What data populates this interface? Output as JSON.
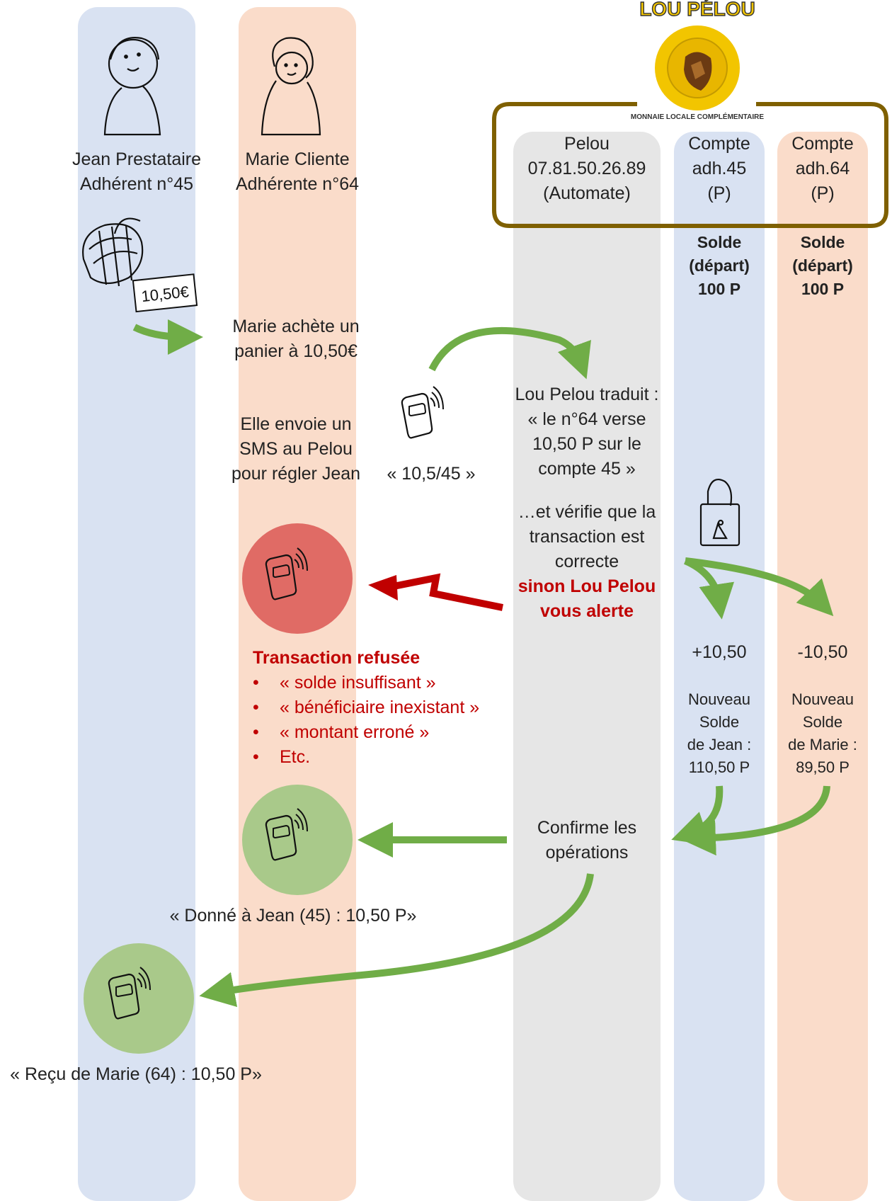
{
  "logo": {
    "text": "LOU PÉLOU",
    "subtitle": "MONNAIE LOCALE COMPLÉMENTAIRE"
  },
  "colors": {
    "blue": "#d9e2f2",
    "peach": "#fadcca",
    "grey": "#e6e6e6",
    "green": "#70ad47",
    "red": "#c00000",
    "frame": "#7f6000"
  },
  "actors": {
    "jean": {
      "line1": "Jean Prestataire",
      "line2": "Adhérent n°45"
    },
    "marie": {
      "line1": "Marie Cliente",
      "line2": "Adhérente n°64"
    }
  },
  "columns": {
    "pelou": {
      "line1": "Pelou",
      "line2": "07.81.50.26.89",
      "line3": "(Automate)"
    },
    "compte45": {
      "line1": "Compte",
      "line2": "adh.45",
      "line3": "(P)"
    },
    "compte64": {
      "line1": "Compte",
      "line2": "adh.64",
      "line3": "(P)"
    }
  },
  "balances_start": {
    "jean": {
      "line1": "Solde",
      "line2": "(départ)",
      "line3": "100 P"
    },
    "marie": {
      "line1": "Solde",
      "line2": "(départ)",
      "line3": "100 P"
    }
  },
  "price_tag": "10,50€",
  "steps": {
    "buy": {
      "line1": "Marie achète un",
      "line2": "panier à 10,50€"
    },
    "sms": {
      "line1": "Elle envoie un",
      "line2": "SMS au Pelou",
      "line3": "pour régler Jean"
    },
    "sms_text": "« 10,5/45 »",
    "translate": {
      "line1": "Lou Pelou traduit :",
      "line2": "« le n°64 verse",
      "line3": "10,50 P sur le",
      "line4": "compte 45 »"
    },
    "verify": {
      "line1": "…et vérifie que la",
      "line2": "transaction est",
      "line3": "correcte",
      "line4": "sinon Lou Pelou",
      "line5": "vous alerte"
    },
    "confirm": {
      "line1": "Confirme les",
      "line2": "opérations"
    }
  },
  "refused": {
    "title": "Transaction refusée",
    "items": [
      "« solde insuffisant »",
      "« bénéficiaire inexistant »",
      "« montant erroné »",
      "Etc."
    ]
  },
  "deltas": {
    "jean": "+10,50",
    "marie": "-10,50"
  },
  "new_balances": {
    "jean": {
      "line1": "Nouveau",
      "line2": "Solde",
      "line3": "de Jean :",
      "line4": "110,50 P"
    },
    "marie": {
      "line1": "Nouveau",
      "line2": "Solde",
      "line3": "de Marie :",
      "line4": "89,50 P"
    }
  },
  "messages": {
    "to_marie": "« Donné à Jean (45) : 10,50 P»",
    "to_jean": "« Reçu de Marie (64) : 10,50 P»"
  }
}
